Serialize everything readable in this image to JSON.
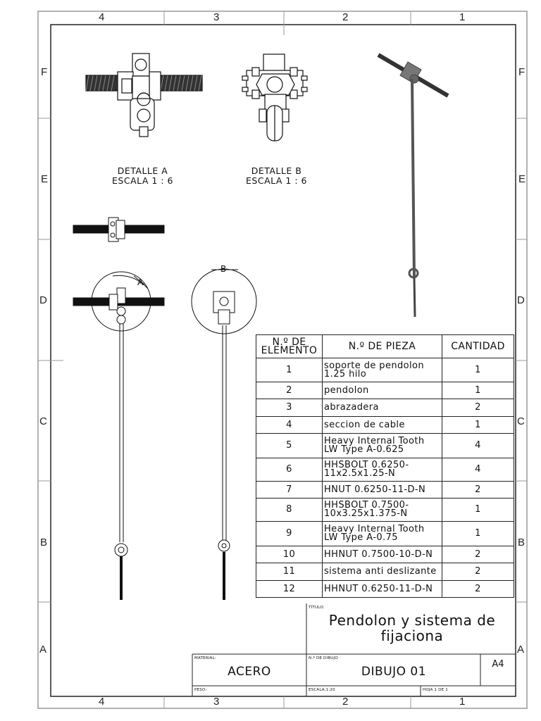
{
  "zones": {
    "columns": [
      "4",
      "3",
      "2",
      "1"
    ],
    "rows": [
      "F",
      "E",
      "D",
      "C",
      "B",
      "A"
    ]
  },
  "details": {
    "detail_a": {
      "line1": "DETALLE A",
      "line2": "ESCALA 1 : 6"
    },
    "detail_b": {
      "line1": "DETALLE B",
      "line2": "ESCALA 1 : 6"
    },
    "callout_a": "A",
    "callout_b": "B"
  },
  "bom": {
    "headers": {
      "item": "N.º DE ELEMENTO",
      "part": "N.º DE PIEZA",
      "qty": "CANTIDAD"
    },
    "rows": [
      {
        "item": "1",
        "part": "soporte de pendolon 1.25 hilo",
        "qty": "1"
      },
      {
        "item": "2",
        "part": "pendolon",
        "qty": "1"
      },
      {
        "item": "3",
        "part": "abrazadera",
        "qty": "2"
      },
      {
        "item": "4",
        "part": "seccion de cable",
        "qty": "1"
      },
      {
        "item": "5",
        "part": "Heavy Internal Tooth LW Type A-0.625",
        "qty": "4"
      },
      {
        "item": "6",
        "part": "HHSBOLT 0.6250-11x2.5x1.25-N",
        "qty": "4"
      },
      {
        "item": "7",
        "part": "HNUT 0.6250-11-D-N",
        "qty": "2"
      },
      {
        "item": "8",
        "part": "HHSBOLT 0.7500-10x3.25x1.375-N",
        "qty": "1"
      },
      {
        "item": "9",
        "part": "Heavy Internal Tooth LW Type A-0.75",
        "qty": "1"
      },
      {
        "item": "10",
        "part": "HHNUT 0.7500-10-D-N",
        "qty": "2"
      },
      {
        "item": "11",
        "part": "sistema anti deslizante",
        "qty": "2"
      },
      {
        "item": "12",
        "part": "HHNUT 0.6250-11-D-N",
        "qty": "2"
      }
    ]
  },
  "title_block": {
    "title_label": "TÍTULO:",
    "title": "Pendolon y sistema de fijaciona",
    "material_label": "MATERIAL:",
    "material": "ACERO",
    "drawing_no_label": "N.º DE DIBUJO",
    "drawing_no": "DIBUJO 01",
    "size": "A4",
    "weight_label": "PESO:",
    "scale": "ESCALA:1:20",
    "sheet": "HOJA 1 DE 1"
  }
}
